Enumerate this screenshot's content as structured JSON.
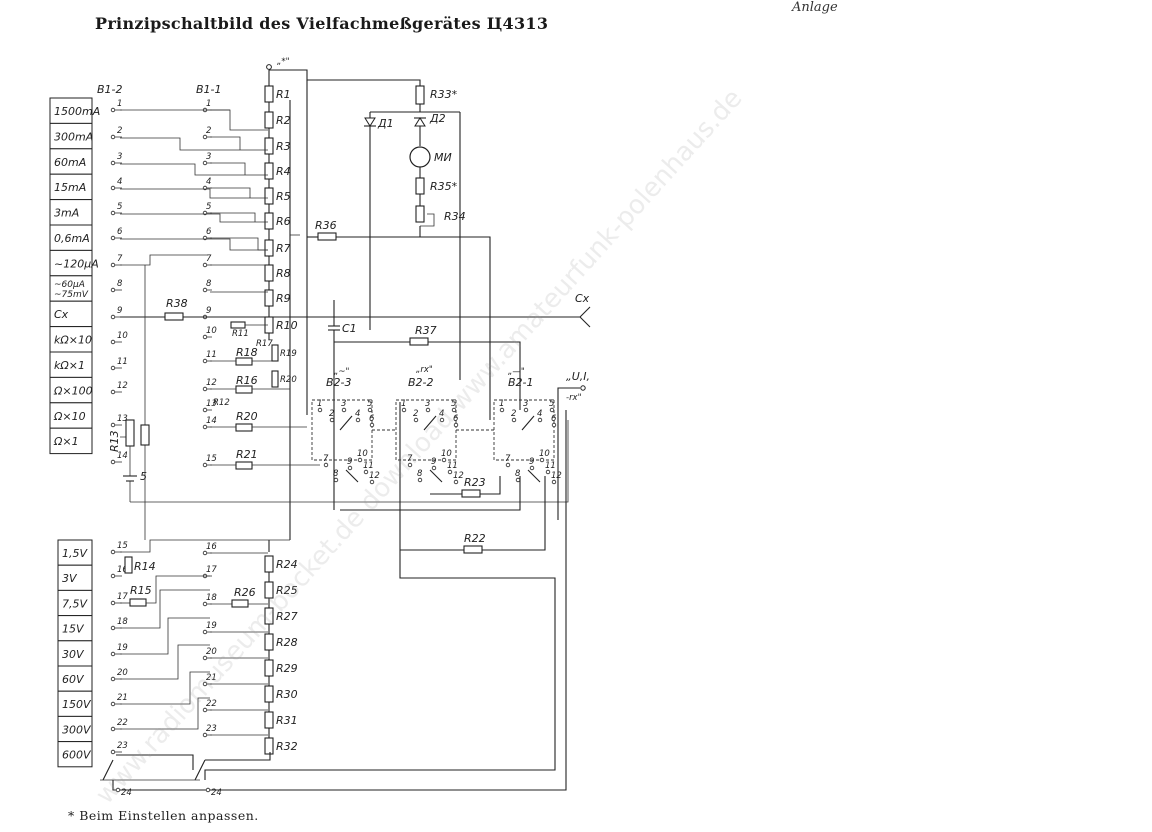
{
  "header": {
    "annex": "Anlage",
    "title": "Prinzipschaltbild des Vielfachmeßgerätes Ц4313"
  },
  "footnote": "* Beim Einstellen anpassen.",
  "watermark": "www.radiomuseum-bocket.de download www.amateurfunk-polenhaus.de",
  "ranges_current": [
    "1500mA",
    "300mA",
    "60mA",
    "15mA",
    "3mA",
    "0,6mA",
    "~120µA",
    "~60µA ~75mV",
    "Cx",
    "kΩ×10",
    "kΩ×1",
    "Ω×100",
    "Ω×10",
    "Ω×1"
  ],
  "ranges_voltage": [
    "1,5V",
    "3V",
    "7,5V",
    "15V",
    "30V",
    "60V",
    "150V",
    "300V",
    "600V"
  ],
  "switch_labels": {
    "b1_2": "B1-2",
    "b1_1": "B1-1",
    "b2_3": "B2-3",
    "b2_2": "B2-2",
    "b2_1": "B2-1",
    "b2_3_mode": "„~\"",
    "b2_2_mode": "„rx\"",
    "b2_1_mode": "„—\"",
    "mode_uir": "„U,I,",
    "mode_rx": "-rx\""
  },
  "terminals": {
    "common": "„*\"",
    "cx": "Cx"
  },
  "components": {
    "r_chain_top": [
      "R1",
      "R2",
      "R3",
      "R4",
      "R5",
      "R6",
      "R7",
      "R8",
      "R9",
      "R10"
    ],
    "r_mid": [
      "R17",
      "R18",
      "R16",
      "R20",
      "R21",
      "R19"
    ],
    "r_volt": [
      "R24",
      "R25",
      "R27",
      "R28",
      "R29",
      "R30",
      "R31",
      "R32"
    ],
    "r_misc": {
      "r33": "R33*",
      "r35": "R35*",
      "r34": "R34",
      "r36": "R36",
      "r37": "R37",
      "r38": "R38",
      "r13": "R13",
      "r14": "R14",
      "r15": "R15",
      "r26": "R26",
      "r22": "R22",
      "r23": "R23",
      "r11": "R11",
      "r12": "R12",
      "c1": "C1",
      "d1": "Д1",
      "d2": "Д2",
      "meter": "MИ",
      "battery": "5",
      "r19_tiny": "R19",
      "r19_sub": "R20"
    }
  },
  "switch_positions": {
    "b1_2": [
      "1",
      "2",
      "3",
      "4",
      "5",
      "6",
      "7",
      "8",
      "9",
      "10",
      "11",
      "12",
      "13",
      "14",
      "15",
      "16",
      "17",
      "18",
      "19",
      "20",
      "21",
      "22",
      "23",
      "24"
    ],
    "b1_1": [
      "1",
      "2",
      "3",
      "4",
      "5",
      "6",
      "7",
      "8",
      "9",
      "10",
      "11",
      "12",
      "13",
      "14",
      "15",
      "16",
      "17",
      "18",
      "19",
      "20",
      "21",
      "22",
      "23",
      "24"
    ],
    "b2": [
      "1",
      "2",
      "3",
      "4",
      "5",
      "6",
      "7",
      "8",
      "9",
      "10",
      "11",
      "12"
    ]
  }
}
